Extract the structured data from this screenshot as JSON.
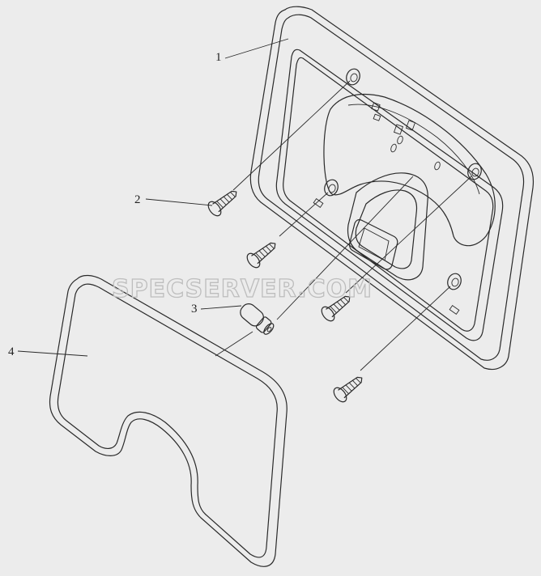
{
  "diagram": {
    "callouts": [
      {
        "id": "1",
        "label": "1"
      },
      {
        "id": "2",
        "label": "2"
      },
      {
        "id": "3",
        "label": "3"
      },
      {
        "id": "4",
        "label": "4"
      }
    ],
    "watermark": "SPECSERVER.COM",
    "colors": {
      "background": "#ececec",
      "line": "#2a2a2a",
      "watermark": "#bdbdbd"
    }
  }
}
